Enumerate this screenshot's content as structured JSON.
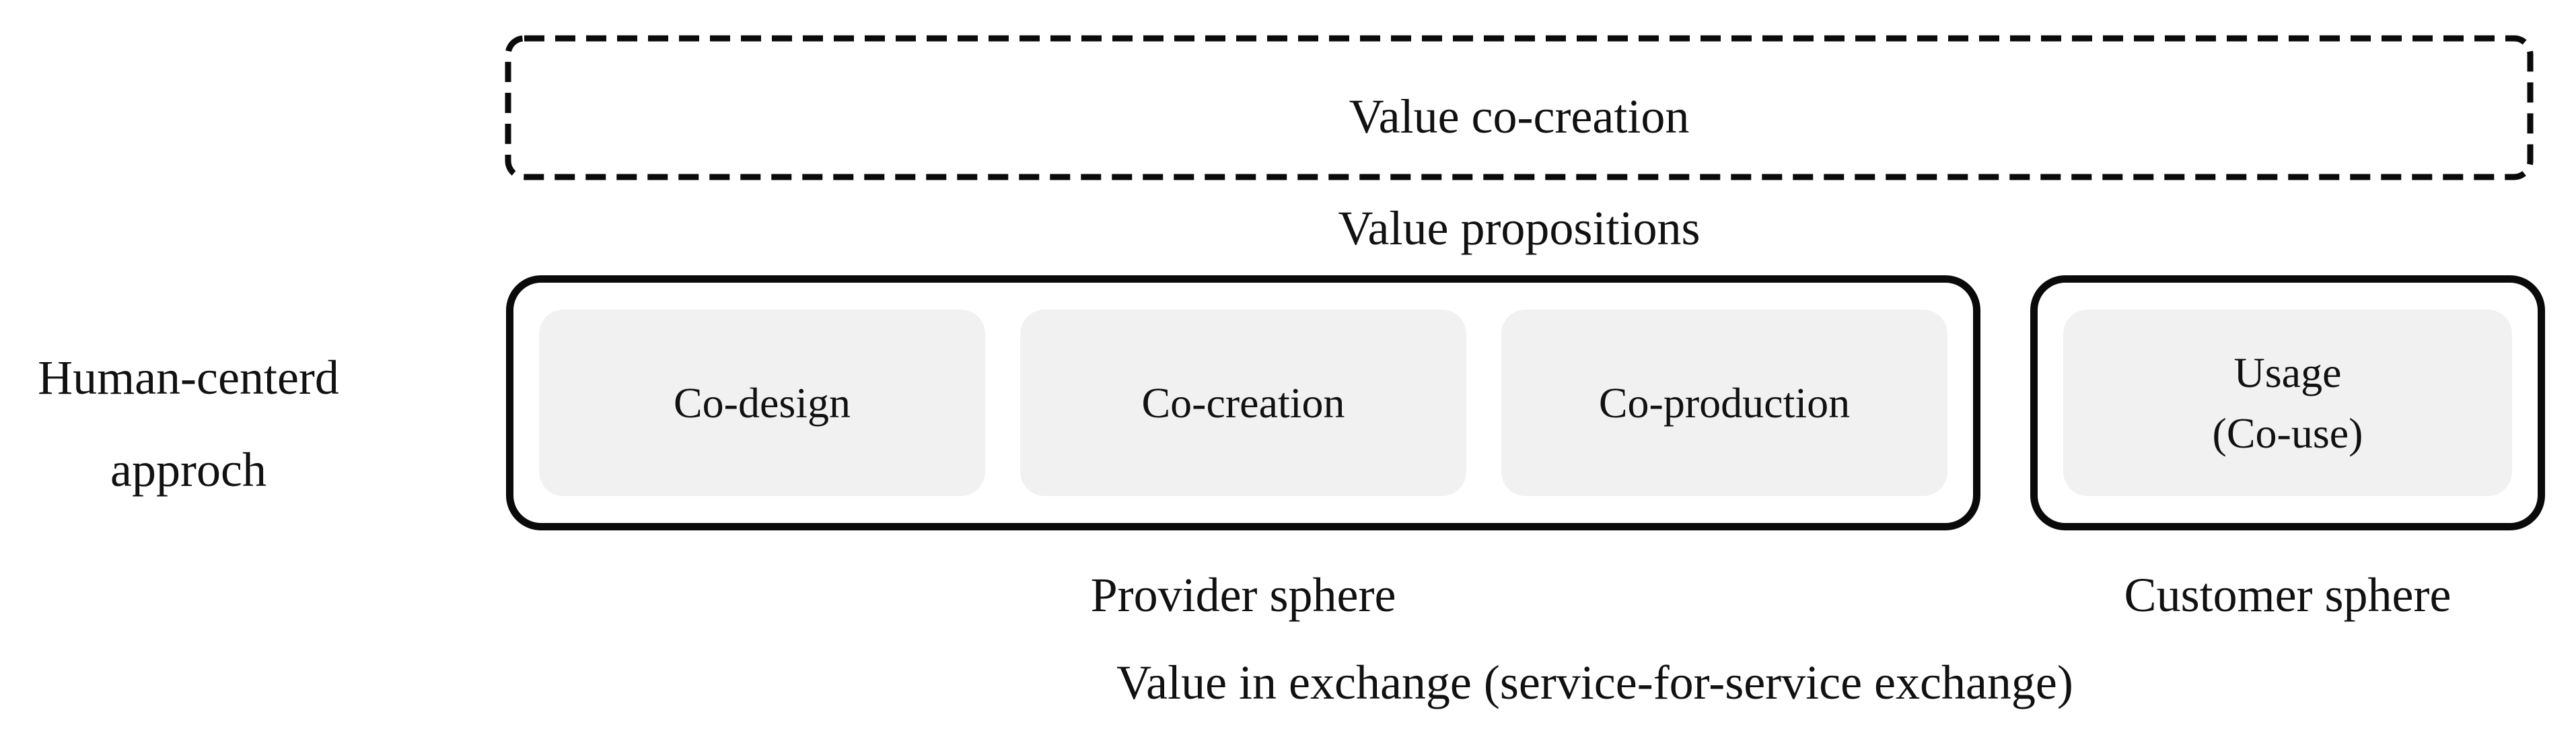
{
  "value_co_creation": "Value co-creation",
  "value_propositions": "Value propositions",
  "left_label": {
    "line1": "Human-centerd",
    "line2": "approch"
  },
  "provider": {
    "boxes": [
      "Co-design",
      "Co-creation",
      "Co-production"
    ],
    "caption": "Provider sphere"
  },
  "customer": {
    "box_line1": "Usage",
    "box_line2": "(Co-use)",
    "caption": "Customer sphere"
  },
  "bottom_label": "Value in exchange (service-for-service exchange)",
  "colors": {
    "border": "#0a0a0a",
    "box_fill": "#f1f1f1",
    "text": "#111111",
    "background": "#ffffff"
  }
}
